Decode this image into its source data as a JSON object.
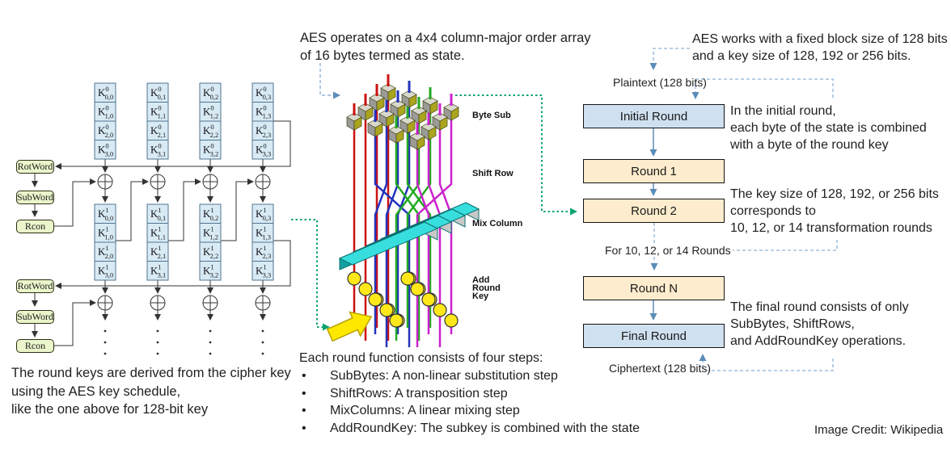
{
  "left_panel": {
    "key_schedule": {
      "transform_boxes": [
        "RotWord",
        "SubWord",
        "Rcon"
      ],
      "rounds": [
        {
          "sup": "0",
          "columns": [
            [
              "0,0",
              "1,0",
              "2,0",
              "3,0"
            ],
            [
              "0,1",
              "1,1",
              "2,1",
              "3,1"
            ],
            [
              "0,2",
              "1,2",
              "2,2",
              "3,2"
            ],
            [
              "0,3",
              "1,3",
              "2,3",
              "3,3"
            ]
          ]
        },
        {
          "sup": "1",
          "columns": [
            [
              "0,0",
              "1,0",
              "2,0",
              "3,0"
            ],
            [
              "0,1",
              "1,1",
              "2,1",
              "3,1"
            ],
            [
              "0,2",
              "1,2",
              "2,2",
              "3,2"
            ],
            [
              "0,3",
              "1,3",
              "2,3",
              "3,3"
            ]
          ]
        }
      ],
      "key_letter": "K"
    },
    "caption_lines": [
      "The round keys are derived from the cipher key",
      "using the AES key schedule,",
      "like the one above for 128-bit key"
    ]
  },
  "middle_panel": {
    "heading_lines": [
      "AES operates on a 4x4 column-major order array",
      "of 16 bytes termed as state."
    ],
    "step_labels": [
      {
        "lines": [
          "Byte Sub"
        ]
      },
      {
        "lines": [
          "Shift Row"
        ]
      },
      {
        "lines": [
          "Mix Column"
        ]
      },
      {
        "lines": [
          "Add",
          "Round",
          "Key"
        ]
      }
    ],
    "bullets_heading": "Each round function consists of four steps:",
    "bullets": [
      "SubBytes: A non-linear substitution step",
      "ShiftRows: A transposition step",
      "MixColumns: A linear mixing step",
      "AddRoundKey: The subkey is combined with the state"
    ]
  },
  "right_panel": {
    "intro_lines": [
      "AES works with a fixed block size of 128 bits",
      "and a key size of 128, 192 or 256 bits."
    ],
    "plaintext_label": "Plaintext (128 bits)",
    "flow_boxes": [
      {
        "label": "Initial Round",
        "type": "blue"
      },
      {
        "label": "Round 1",
        "type": "cream"
      },
      {
        "label": "Round 2",
        "type": "cream"
      },
      {
        "label": "Round N",
        "type": "cream"
      },
      {
        "label": "Final Round",
        "type": "blue"
      }
    ],
    "loop_label": "For 10, 12, or 14 Rounds",
    "ciphertext_label": "Ciphertext (128 bits)",
    "note_initial_lines": [
      "In the initial round,",
      "each byte of the state is combined",
      "with a byte of the round key"
    ],
    "note_keysize_lines": [
      "The key size of 128, 192, or 256 bits",
      "corresponds to",
      "10, 12, or 14 transformation rounds"
    ],
    "note_final_lines": [
      "The final round consists of only",
      "SubBytes, ShiftRows,",
      "and AddRoundKey operations."
    ],
    "credit": "Image Credit: Wikipedia"
  },
  "colors": {
    "cell_fill": "#d8eaf4",
    "cell_border": "#50748f",
    "transform_fill": "#eaf5cb",
    "blue_box_fill": "#cfe0f0",
    "cream_box_fill": "#fdeccd",
    "flow_arrow": "#5b8cb8",
    "dashed_blue": "#8fb4d8",
    "dotted_green": "#0aa36e",
    "state_line_colors": [
      "#cc1111",
      "#2233bb",
      "#22aa22",
      "#cc22cc"
    ],
    "slab_top": "#38dede",
    "slab_front": "#14a0a0",
    "key_circle": "#ffe81a",
    "cube_right": "#aaa41e"
  }
}
